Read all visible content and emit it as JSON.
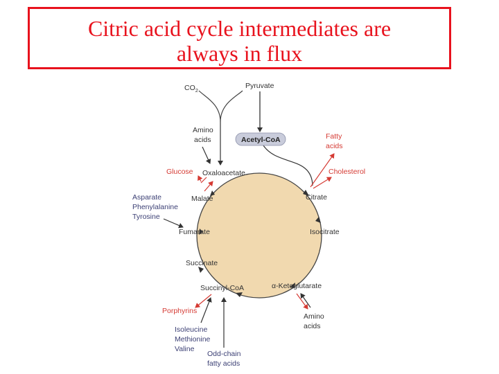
{
  "title": {
    "line1": "Citric acid cycle intermediates are",
    "line2": "always in flux"
  },
  "diagram": {
    "co2": {
      "main": "CO",
      "sub": "2"
    },
    "pyruvate": "Pyruvate",
    "acetyl_coa": "Acetyl-CoA",
    "amino_acids_top": [
      "Amino",
      "acids"
    ],
    "fatty_acids": [
      "Fatty",
      "acids"
    ],
    "glucose": "Glucose",
    "oxaloacetate": "Oxaloacetate",
    "cholesterol": "Cholesterol",
    "aromatic_amino_acids": [
      "Asparate",
      "Phenylalanine",
      "Tyrosine"
    ],
    "malate": "Malate",
    "citrate": "Citrate",
    "fumarate": "Fumarate",
    "isocitrate": "Isocitrate",
    "succinate": "Succinate",
    "succinyl_coa": "Succinyl-CoA",
    "alpha_ketoglutarate": "α-Ketoglutarate",
    "porphyrins": "Porphyrins",
    "amino_acids_bottom": [
      "Amino",
      "acids"
    ],
    "branched_amino_acids": [
      "Isoleucine",
      "Methionine",
      "Valine"
    ],
    "odd_chain": [
      "Odd-chain",
      "fatty acids"
    ]
  },
  "colors": {
    "title_red": "#e8121d",
    "cycle_fill": "#f1d9af",
    "arrow_red": "#d53a33",
    "arrow_dark": "#333333",
    "acetyl_box": "#c9ccdb",
    "blue_text": "#3b3f74"
  }
}
